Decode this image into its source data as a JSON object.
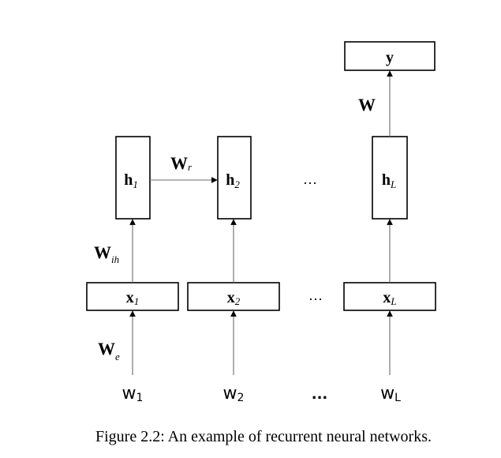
{
  "diagram": {
    "output": {
      "main": "y",
      "sub": ""
    },
    "output_weight": {
      "main": "W",
      "sub": ""
    },
    "recurrent_weight": {
      "main": "W",
      "sub": "r"
    },
    "input_hidden_weight": {
      "main": "W",
      "sub": "ih"
    },
    "embedding_weight": {
      "main": "W",
      "sub": "e"
    },
    "hidden": [
      {
        "main": "h",
        "sub": "1"
      },
      {
        "main": "h",
        "sub": "2"
      },
      {
        "main": "h",
        "sub": "L"
      }
    ],
    "embeddings": [
      {
        "main": "x",
        "sub": "1"
      },
      {
        "main": "x",
        "sub": "2"
      },
      {
        "main": "x",
        "sub": "L"
      }
    ],
    "words": [
      {
        "main": "w",
        "sub": "1"
      },
      {
        "main": "w",
        "sub": "2"
      },
      {
        "main": "w",
        "sub": "L"
      }
    ],
    "hidden_ellipsis": "…",
    "embedding_ellipsis": "…",
    "word_ellipsis": "..."
  },
  "caption": "Figure 2.2: An example of recurrent neural networks."
}
